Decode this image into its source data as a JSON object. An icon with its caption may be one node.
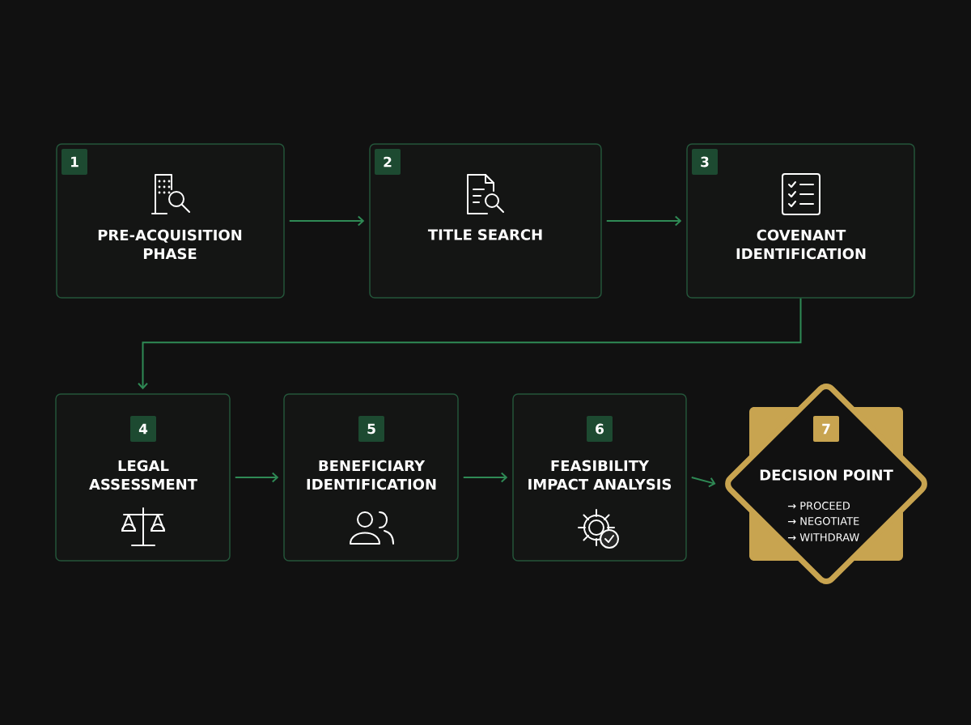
{
  "diagram": {
    "nodes": [
      {
        "text": [
          "1",
          "PRE-ACQUISITION PHASE"
        ]
      },
      {
        "text": [
          "2",
          "TITLE SEARCH"
        ]
      },
      {
        "text": [
          "3",
          "COVENANT IDENTIFICATION"
        ]
      },
      {
        "text": [
          "4",
          "LEGAL ASSESSMENT"
        ]
      },
      {
        "text": [
          "5",
          "BENEFICIARY IDENTIFICATION"
        ]
      },
      {
        "text": [
          "6",
          "FEASIBILITY IMPACT ANALYSIS"
        ]
      },
      {
        "text": [
          "7",
          "DECISION POINT",
          "→ PROCEED",
          "→ NEGOTIATE",
          "→ WITHDRAW"
        ]
      }
    ],
    "edges": [
      {
        "from": 0,
        "to": 1,
        "arrow": "to"
      },
      {
        "from": 1,
        "to": 2,
        "arrow": "to"
      },
      {
        "from": 2,
        "to": 3,
        "arrow": "to"
      },
      {
        "from": 3,
        "to": 4,
        "arrow": "to"
      },
      {
        "from": 4,
        "to": 5,
        "arrow": "to"
      },
      {
        "from": 5,
        "to": 6,
        "arrow": "to"
      }
    ]
  }
}
